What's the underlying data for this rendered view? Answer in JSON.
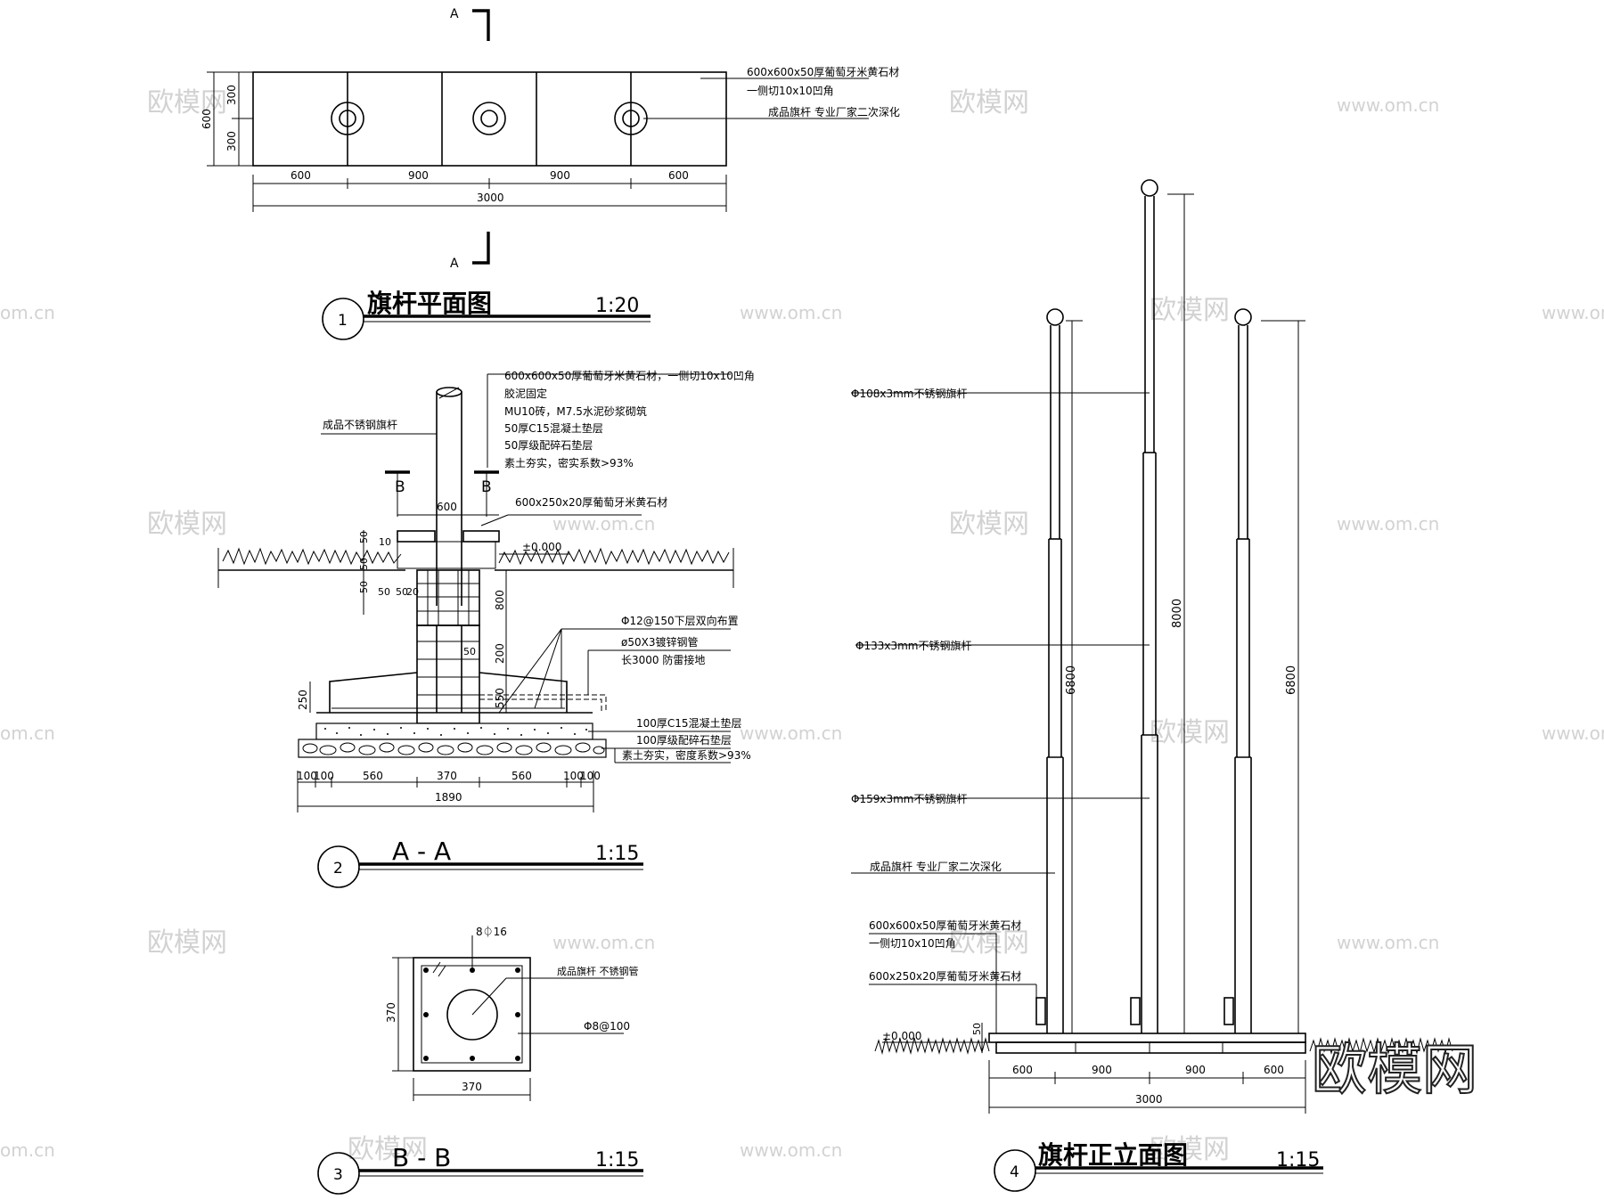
{
  "section_mark": "A",
  "plan": {
    "labels": [
      "600x600x50厚葡萄牙米黄石材",
      "一侧切10x10凹角",
      "成品旗杆 专业厂家二次深化"
    ],
    "dims_v": [
      "300",
      "300",
      "600"
    ],
    "dims_h": [
      "600",
      "900",
      "900",
      "600"
    ],
    "dim_total": "3000",
    "title": "旗杆平面图",
    "num": "1",
    "scale": "1:20"
  },
  "section_aa": {
    "labels_top": [
      "600x600x50厚葡萄牙米黄石材，一侧切10x10凹角",
      "胶泥固定",
      "MU10砖，M7.5水泥砂浆砌筑",
      "50厚C15混凝土垫层",
      "50厚级配碎石垫层",
      "素土夯实，密实系数>93%"
    ],
    "pole_label": "成品不锈钢旗杆",
    "cut_mark": "B",
    "dim_600": "600",
    "cap_label": "600x250x20厚葡萄牙米黄石材",
    "level": "±0.000",
    "small_dims": [
      "10",
      "50",
      "50",
      "50",
      "50",
      "50",
      "20"
    ],
    "rebar_dims": [
      "800",
      "50",
      "200",
      "550",
      "250"
    ],
    "labels_right": [
      "Φ12@150下层双向布置",
      "ø50X3镀锌钢管",
      "长3000 防雷接地",
      "100厚C15混凝土垫层",
      "100厚级配碎石垫层",
      "素土夯实，密度系数>93%"
    ],
    "dims_bottom": [
      "100",
      "100",
      "560",
      "370",
      "560",
      "100",
      "100"
    ],
    "dim_total": "1890",
    "title": "A - A",
    "num": "2",
    "scale": "1:15"
  },
  "section_bb": {
    "rebar_top": "8⏀16",
    "pole_label": "成品旗杆 不锈钢管",
    "stirrup": "Φ8@100",
    "dim_v": "370",
    "dim_h": "370",
    "title": "B - B",
    "num": "3",
    "scale": "1:15"
  },
  "elevation": {
    "labels": [
      "Φ108x3mm不锈钢旗杆",
      "Φ133x3mm不锈钢旗杆",
      "Φ159x3mm不锈钢旗杆",
      "成品旗杆 专业厂家二次深化",
      "600x600x50厚葡萄牙米黄石材",
      "一侧切10x10凹角",
      "600x250x20厚葡萄牙米黄石材"
    ],
    "heights": [
      "6800",
      "8000",
      "6800"
    ],
    "level": "±0.000",
    "base_dim": "50",
    "dims_h": [
      "600",
      "900",
      "900",
      "600"
    ],
    "dim_total": "3000",
    "title": "旗杆正立面图",
    "num": "4",
    "scale": "1:15"
  },
  "brand": "欧模网",
  "watermark_site": "www.om.cn",
  "watermark_tail": "om.cn"
}
